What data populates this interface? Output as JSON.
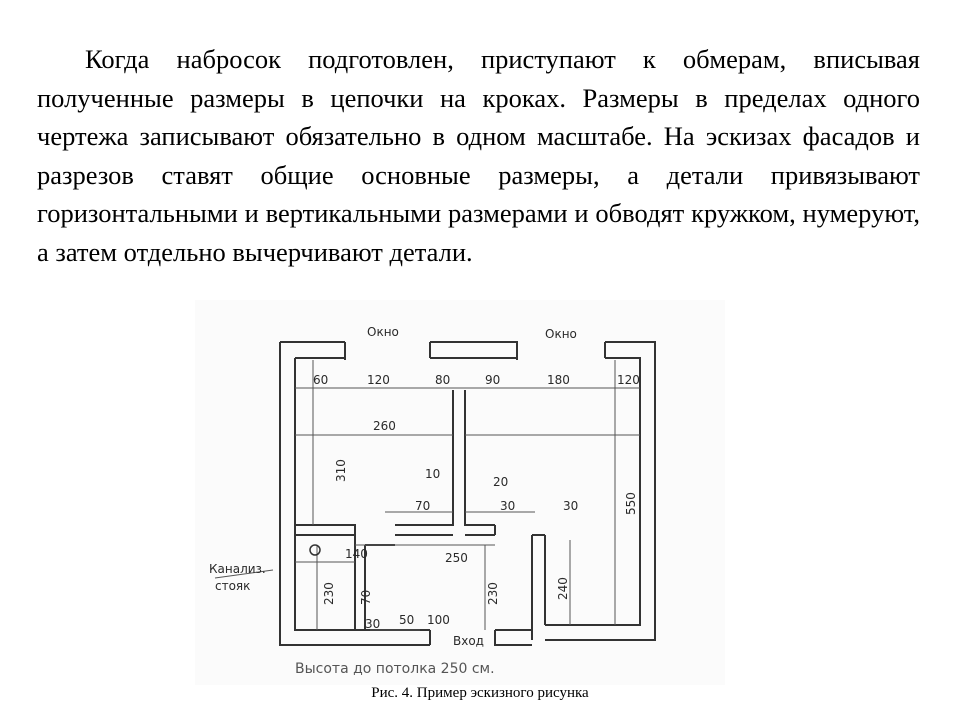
{
  "text": {
    "paragraph": "Когда набросок подготовлен, приступают к обмерам, вписывая полученные размеры в цепочки на кроках. Размеры в пределах одного чертежа записывают обязательно в одном масштабе. На эскизах фасадов и разрезов ставят общие основные размеры, а детали привязывают горизонтальными и вертикальными размерами и обводят кружком, нумеруют, а затем отдельно вычерчивают детали."
  },
  "figure": {
    "labels": {
      "window_left": "Окно",
      "window_right": "Окно",
      "dim_60": "60",
      "dim_120a": "120",
      "dim_80": "80",
      "dim_90": "90",
      "dim_180": "180",
      "dim_120b": "120",
      "dim_260": "260",
      "dim_310": "310",
      "dim_550": "550",
      "dim_10": "10",
      "dim_20": "20",
      "dim_70a": "70",
      "dim_30a": "30",
      "dim_30b": "30",
      "dim_140": "140",
      "dim_250": "250",
      "dim_230a": "230",
      "dim_70b": "70",
      "dim_230b": "230",
      "dim_240": "240",
      "dim_50": "50",
      "dim_100": "100",
      "dim_30c": "30",
      "entrance": "Вход",
      "riser_line1": "Канализ.",
      "riser_line2": "стояк",
      "ceiling_height": "Высота до потолка 250 см."
    },
    "caption": "Рис. 4. Пример эскизного рисунка"
  },
  "colors": {
    "text": "#000000",
    "sketch_lines": "#333333",
    "sketch_dims": "#555555"
  }
}
